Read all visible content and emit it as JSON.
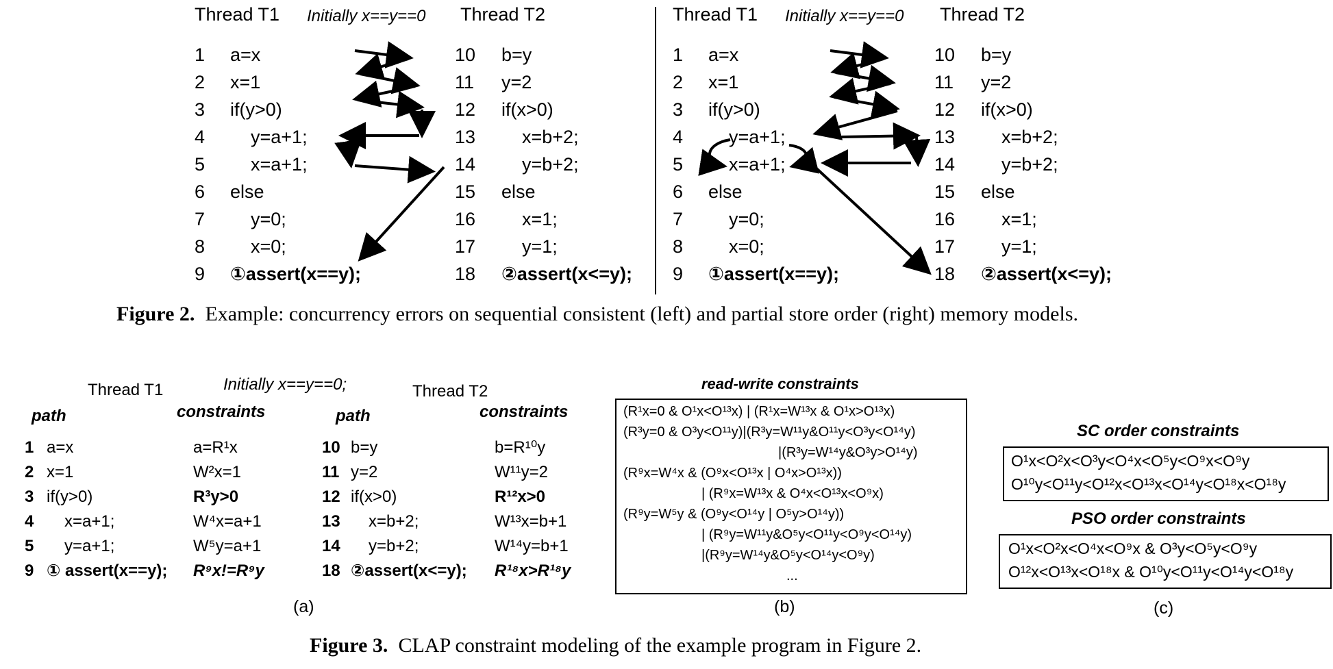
{
  "figure2": {
    "left": {
      "thread1_label": "Thread T1",
      "initially": "Initially  x==y==0",
      "thread2_label": "Thread T2",
      "t1_lines": [
        {
          "num": "1",
          "code": "a=x"
        },
        {
          "num": "2",
          "code": "x=1"
        },
        {
          "num": "3",
          "code": "if(y>0)"
        },
        {
          "num": "4",
          "code": "y=a+1;"
        },
        {
          "num": "5",
          "code": "x=a+1;"
        },
        {
          "num": "6",
          "code": "else"
        },
        {
          "num": "7",
          "code": "y=0;"
        },
        {
          "num": "8",
          "code": "x=0;"
        },
        {
          "num": "9",
          "code": "①assert(x==y);"
        }
      ],
      "t2_lines": [
        {
          "num": "10",
          "code": "b=y"
        },
        {
          "num": "11",
          "code": "y=2"
        },
        {
          "num": "12",
          "code": "if(x>0)"
        },
        {
          "num": "13",
          "code": "x=b+2;"
        },
        {
          "num": "14",
          "code": "y=b+2;"
        },
        {
          "num": "15",
          "code": "else"
        },
        {
          "num": "16",
          "code": "x=1;"
        },
        {
          "num": "17",
          "code": "y=1;"
        },
        {
          "num": "18",
          "code": "②assert(x<=y);"
        }
      ]
    },
    "right": {
      "thread1_label": "Thread T1",
      "initially": "Initially  x==y==0",
      "thread2_label": "Thread T2",
      "t1_lines": [
        {
          "num": "1",
          "code": "a=x"
        },
        {
          "num": "2",
          "code": "x=1"
        },
        {
          "num": "3",
          "code": "if(y>0)"
        },
        {
          "num": "4",
          "code": "y=a+1;"
        },
        {
          "num": "5",
          "code": "x=a+1;"
        },
        {
          "num": "6",
          "code": "else"
        },
        {
          "num": "7",
          "code": "y=0;"
        },
        {
          "num": "8",
          "code": "x=0;"
        },
        {
          "num": "9",
          "code": "①assert(x==y);"
        }
      ],
      "t2_lines": [
        {
          "num": "10",
          "code": "b=y"
        },
        {
          "num": "11",
          "code": "y=2"
        },
        {
          "num": "12",
          "code": "if(x>0)"
        },
        {
          "num": "13",
          "code": "x=b+2;"
        },
        {
          "num": "14",
          "code": "y=b+2;"
        },
        {
          "num": "15",
          "code": "else"
        },
        {
          "num": "16",
          "code": "x=1;"
        },
        {
          "num": "17",
          "code": "y=1;"
        },
        {
          "num": "18",
          "code": "②assert(x<=y);"
        }
      ]
    },
    "caption_label": "Figure 2.",
    "caption_text": "Example: concurrency errors on sequential consistent (left) and partial store order (right) memory models."
  },
  "figure3": {
    "a": {
      "thread1_label": "Thread T1",
      "initially": "Initially   x==y==0;",
      "thread2_label": "Thread T2",
      "path_header": "path",
      "constraints_header": "constraints",
      "t1_rows": [
        {
          "num": "1",
          "path": "a=x",
          "constraint": "a=R¹x"
        },
        {
          "num": "2",
          "path": "x=1",
          "constraint": "W²x=1"
        },
        {
          "num": "3",
          "path": "if(y>0)",
          "constraint": "R³y>0"
        },
        {
          "num": "4",
          "path": "x=a+1;",
          "constraint": "W⁴x=a+1"
        },
        {
          "num": "5",
          "path": "y=a+1;",
          "constraint": "W⁵y=a+1"
        },
        {
          "num": "9",
          "path": "① assert(x==y);",
          "constraint": "R⁹x!=R⁹y"
        }
      ],
      "t2_rows": [
        {
          "num": "10",
          "path": "b=y",
          "constraint": "b=R¹⁰y"
        },
        {
          "num": "11",
          "path": "y=2",
          "constraint": "W¹¹y=2"
        },
        {
          "num": "12",
          "path": "if(x>0)",
          "constraint": "R¹²x>0"
        },
        {
          "num": "13",
          "path": "x=b+2;",
          "constraint": "W¹³x=b+1"
        },
        {
          "num": "14",
          "path": "y=b+2;",
          "constraint": "W¹⁴y=b+1"
        },
        {
          "num": "18",
          "path": "②assert(x<=y);",
          "constraint": "R¹⁸x>R¹⁸y"
        }
      ],
      "label": "(a)"
    },
    "b": {
      "title": "read-write constraints",
      "lines": [
        "(R¹x=0 & O¹x<O¹³x) | (R¹x=W¹³x & O¹x>O¹³x)",
        "(R³y=0 & O³y<O¹¹y)|(R³y=W¹¹y&O¹¹y<O³y<O¹⁴y)",
        "|(R³y=W¹⁴y&O³y>O¹⁴y)",
        "(R⁹x=W⁴x & (O⁹x<O¹³x | O⁴x>O¹³x))",
        "| (R⁹x=W¹³x & O⁴x<O¹³x<O⁹x)",
        "(R⁹y=W⁵y & (O⁹y<O¹⁴y | O⁵y>O¹⁴y))",
        "| (R⁹y=W¹¹y&O⁵y<O¹¹y<O⁹y<O¹⁴y)",
        "|(R⁹y=W¹⁴y&O⁵y<O¹⁴y<O⁹y)",
        "..."
      ],
      "label": "(b)"
    },
    "c": {
      "sc_title": "SC order constraints",
      "sc_lines": [
        "O¹x<O²x<O³y<O⁴x<O⁵y<O⁹x<O⁹y",
        "O¹⁰y<O¹¹y<O¹²x<O¹³x<O¹⁴y<O¹⁸x<O¹⁸y"
      ],
      "pso_title": "PSO order constraints",
      "pso_lines": [
        "O¹x<O²x<O⁴x<O⁹x & O³y<O⁵y<O⁹y",
        "O¹²x<O¹³x<O¹⁸x & O¹⁰y<O¹¹y<O¹⁴y<O¹⁸y"
      ],
      "label": "(c)"
    },
    "caption_label": "Figure 3.",
    "caption_text": "CLAP constraint modeling of the example program in Figure 2."
  }
}
